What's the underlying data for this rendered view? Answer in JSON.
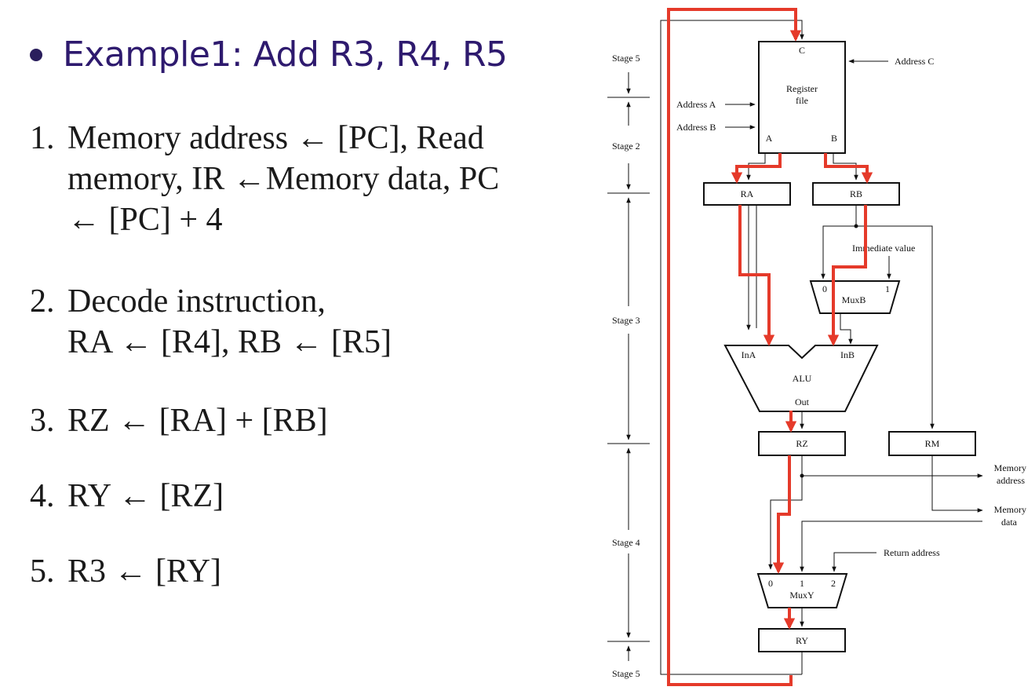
{
  "title": "Example1: Add R3, R4, R5",
  "steps": [
    {
      "num": "1.",
      "lines": [
        "Memory address ← [PC], Read",
        "memory, IR ←Memory data, PC",
        "← [PC] + 4"
      ]
    },
    {
      "num": "2.",
      "lines": [
        "Decode instruction,",
        "RA ← [R4], RB ← [R5]"
      ]
    },
    {
      "num": "3.",
      "lines": [
        "RZ ← [RA] + [RB]"
      ]
    },
    {
      "num": "4.",
      "lines": [
        "RY ← [RZ]"
      ]
    },
    {
      "num": "5.",
      "lines": [
        "R3 ← [RY]"
      ]
    }
  ],
  "diagram": {
    "stages": [
      "Stage 5",
      "Stage 2",
      "Stage 3",
      "Stage 4",
      "Stage 5"
    ],
    "register_file": {
      "label_line1": "Register",
      "label_line2": "file",
      "port_c": "C",
      "port_a": "A",
      "port_b": "B"
    },
    "address_c": "Address C",
    "address_a": "Address A",
    "address_b": "Address B",
    "registers": {
      "ra": "RA",
      "rb": "RB",
      "rz": "RZ",
      "rm": "RM",
      "ry": "RY"
    },
    "immediate_value": "Immediate value",
    "muxb": {
      "label": "MuxB",
      "in0": "0",
      "in1": "1"
    },
    "alu": {
      "label": "ALU",
      "ina": "InA",
      "inb": "InB",
      "out": "Out"
    },
    "memory_address": [
      "Memory",
      "address"
    ],
    "memory_data": [
      "Memory",
      "data"
    ],
    "return_address": "Return address",
    "muxy": {
      "label": "MuxY",
      "in0": "0",
      "in1": "1",
      "in2": "2"
    },
    "highlight_color": "#e53a2a"
  }
}
